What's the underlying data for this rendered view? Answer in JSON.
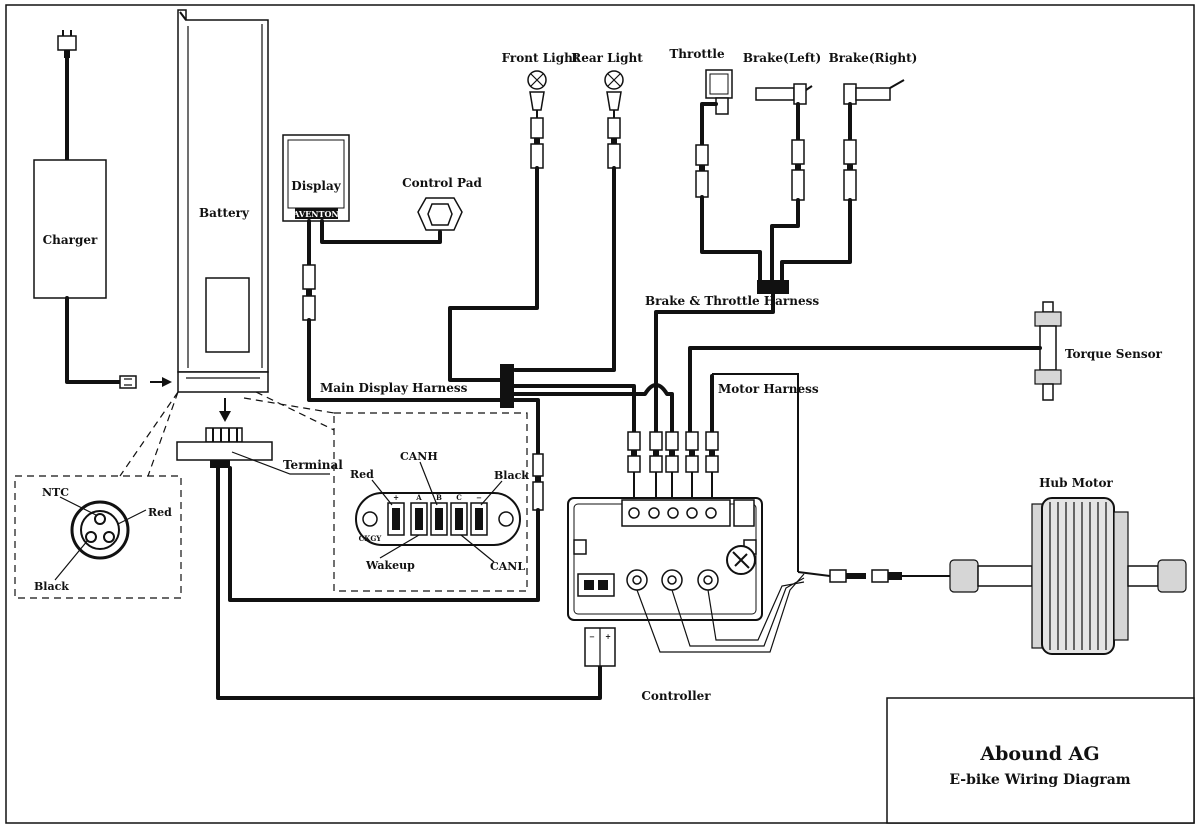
{
  "labels": {
    "charger": "Charger",
    "battery": "Battery",
    "display": "Display",
    "display_brand": "AVENTON",
    "control_pad": "Control Pad",
    "front_light": "Front Light",
    "rear_light": "Rear Light",
    "throttle": "Throttle",
    "brake_left": "Brake(Left)",
    "brake_right": "Brake(Right)",
    "brake_throttle_harness": "Brake & Throttle Harness",
    "torque_sensor": "Torque Sensor",
    "main_display_harness": "Main Display Harness",
    "motor_harness": "Motor Harness",
    "terminal": "Terminal",
    "hub_motor": "Hub Motor",
    "controller": "Controller"
  },
  "battery_connector": {
    "ntc": "NTC",
    "red": "Red",
    "black": "Black"
  },
  "terminal_detail": {
    "red": "Red",
    "canh": "CANH",
    "black": "Black",
    "wakeup": "Wakeup",
    "canl": "CANL",
    "pin_marks": [
      "+",
      "A",
      "B",
      "C",
      "−"
    ],
    "chip_mark": "CKGY"
  },
  "controller_polarity": {
    "minus": "−",
    "plus": "+"
  },
  "title_block": {
    "title": "Abound AG",
    "subtitle": "E-bike Wiring Diagram"
  }
}
